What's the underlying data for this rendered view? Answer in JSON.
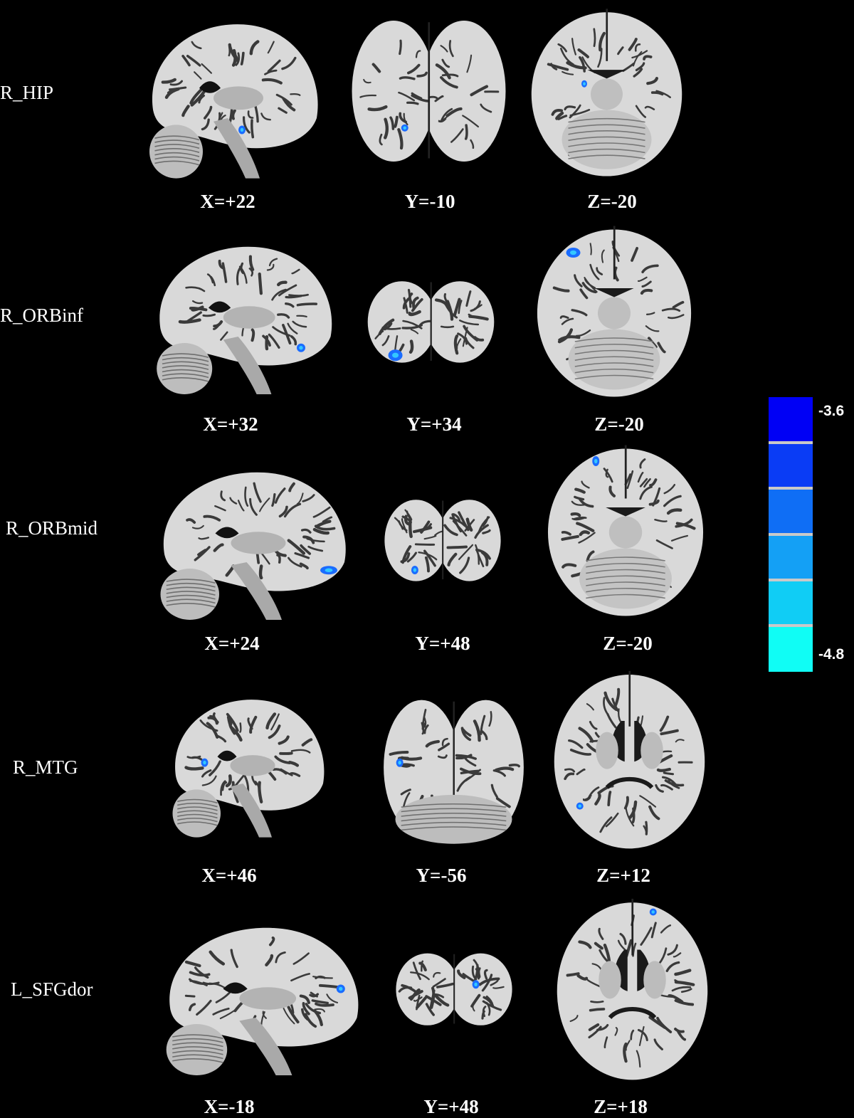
{
  "rows": [
    {
      "label": "R_HIP",
      "coords": [
        "X=+22",
        "Y=-10",
        "Z=-20"
      ]
    },
    {
      "label": "R_ORBinf",
      "coords": [
        "X=+32",
        "Y=+34",
        "Z=-20"
      ]
    },
    {
      "label": "R_ORBmid",
      "coords": [
        "X=+24",
        "Y=+48",
        "Z=-20"
      ]
    },
    {
      "label": "R_MTG",
      "coords": [
        "X=+46",
        "Y=-56",
        "Z=+12"
      ]
    },
    {
      "label": "L_SFGdor",
      "coords": [
        "X=-18",
        "Y=+48",
        "Z=+18"
      ]
    }
  ],
  "colorbar": {
    "max_label": "-3.6",
    "min_label": "-4.8",
    "colors": [
      "#0000f5",
      "#0a3cf5",
      "#0f6ef5",
      "#14a0f5",
      "#10cdf5",
      "#10fdf5"
    ]
  },
  "blob_color": "#1a6cff",
  "blob_highlight": "#33c8ff"
}
